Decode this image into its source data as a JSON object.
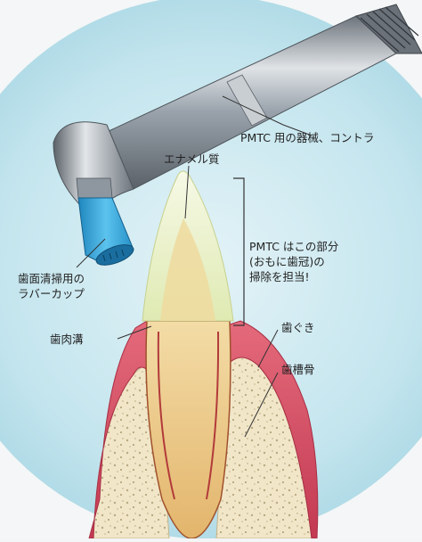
{
  "labels": {
    "contra": "PMTC 用の器械、コントラ",
    "enamel": "エナメル質",
    "pmtc_scope": [
      "PMTC はこの部分",
      "(おもに歯冠)の",
      "掃除を担当!"
    ],
    "rubber_cup": [
      "歯面清掃用の",
      "ラバーカップ"
    ],
    "sulcus": "歯肉溝",
    "gingiva": "歯ぐき",
    "alveolar_bone": "歯槽骨"
  },
  "colors": {
    "background": "#bfe3ec",
    "gum": "#d24a5e",
    "bone": "#efe3c4",
    "enamel": "#e9f0c6",
    "dentin": "#e9c685",
    "metal": "#9aa3ac",
    "rubber_cup": "#3aa7d8"
  }
}
